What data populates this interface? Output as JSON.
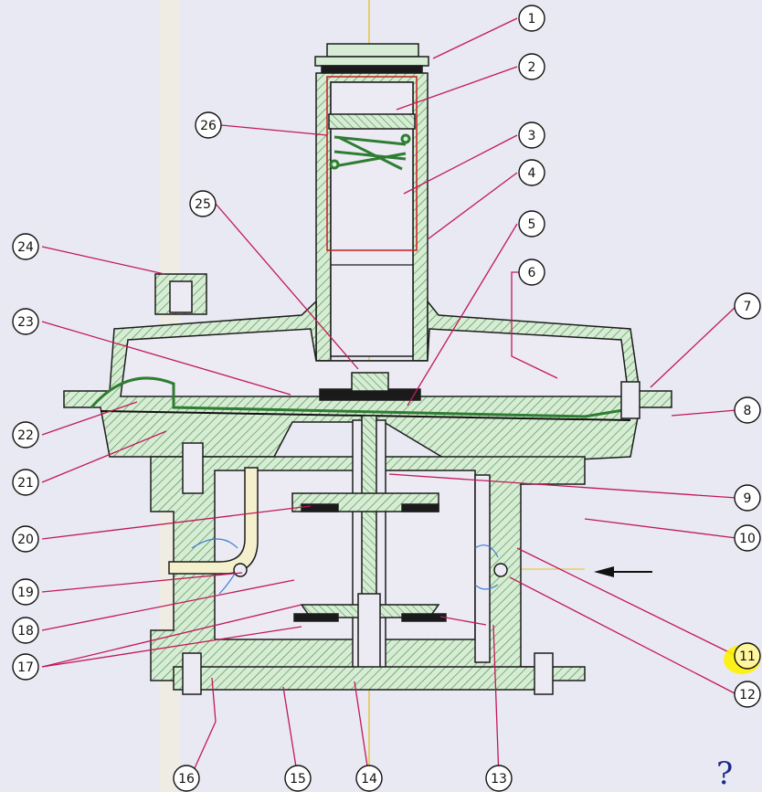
{
  "diagram": {
    "callouts": [
      {
        "id": "1",
        "label": "1"
      },
      {
        "id": "2",
        "label": "2"
      },
      {
        "id": "3",
        "label": "3"
      },
      {
        "id": "4",
        "label": "4"
      },
      {
        "id": "5",
        "label": "5"
      },
      {
        "id": "6",
        "label": "6"
      },
      {
        "id": "7",
        "label": "7"
      },
      {
        "id": "8",
        "label": "8"
      },
      {
        "id": "9",
        "label": "9"
      },
      {
        "id": "10",
        "label": "10"
      },
      {
        "id": "11",
        "label": "11",
        "highlighted": true
      },
      {
        "id": "12",
        "label": "12"
      },
      {
        "id": "13",
        "label": "13"
      },
      {
        "id": "14",
        "label": "14"
      },
      {
        "id": "15",
        "label": "15"
      },
      {
        "id": "16",
        "label": "16"
      },
      {
        "id": "17",
        "label": "17"
      },
      {
        "id": "18",
        "label": "18"
      },
      {
        "id": "19",
        "label": "19"
      },
      {
        "id": "20",
        "label": "20"
      },
      {
        "id": "21",
        "label": "21"
      },
      {
        "id": "22",
        "label": "22"
      },
      {
        "id": "23",
        "label": "23"
      },
      {
        "id": "24",
        "label": "24"
      },
      {
        "id": "25",
        "label": "25"
      },
      {
        "id": "26",
        "label": "26"
      }
    ],
    "handwritten_mark": "?",
    "colors": {
      "background": "#e9e9f3",
      "section_fill": "#cfe8cf",
      "outline": "#1d1d1d",
      "leader_line": "#c2185b",
      "centerline": "#e8c020",
      "highlight": "#fff200",
      "spring": "#2e7d32",
      "pen": "#1a2a8a",
      "blue_marks": "#3a7bd5"
    },
    "flow_arrow": "left-pointing arrow"
  }
}
